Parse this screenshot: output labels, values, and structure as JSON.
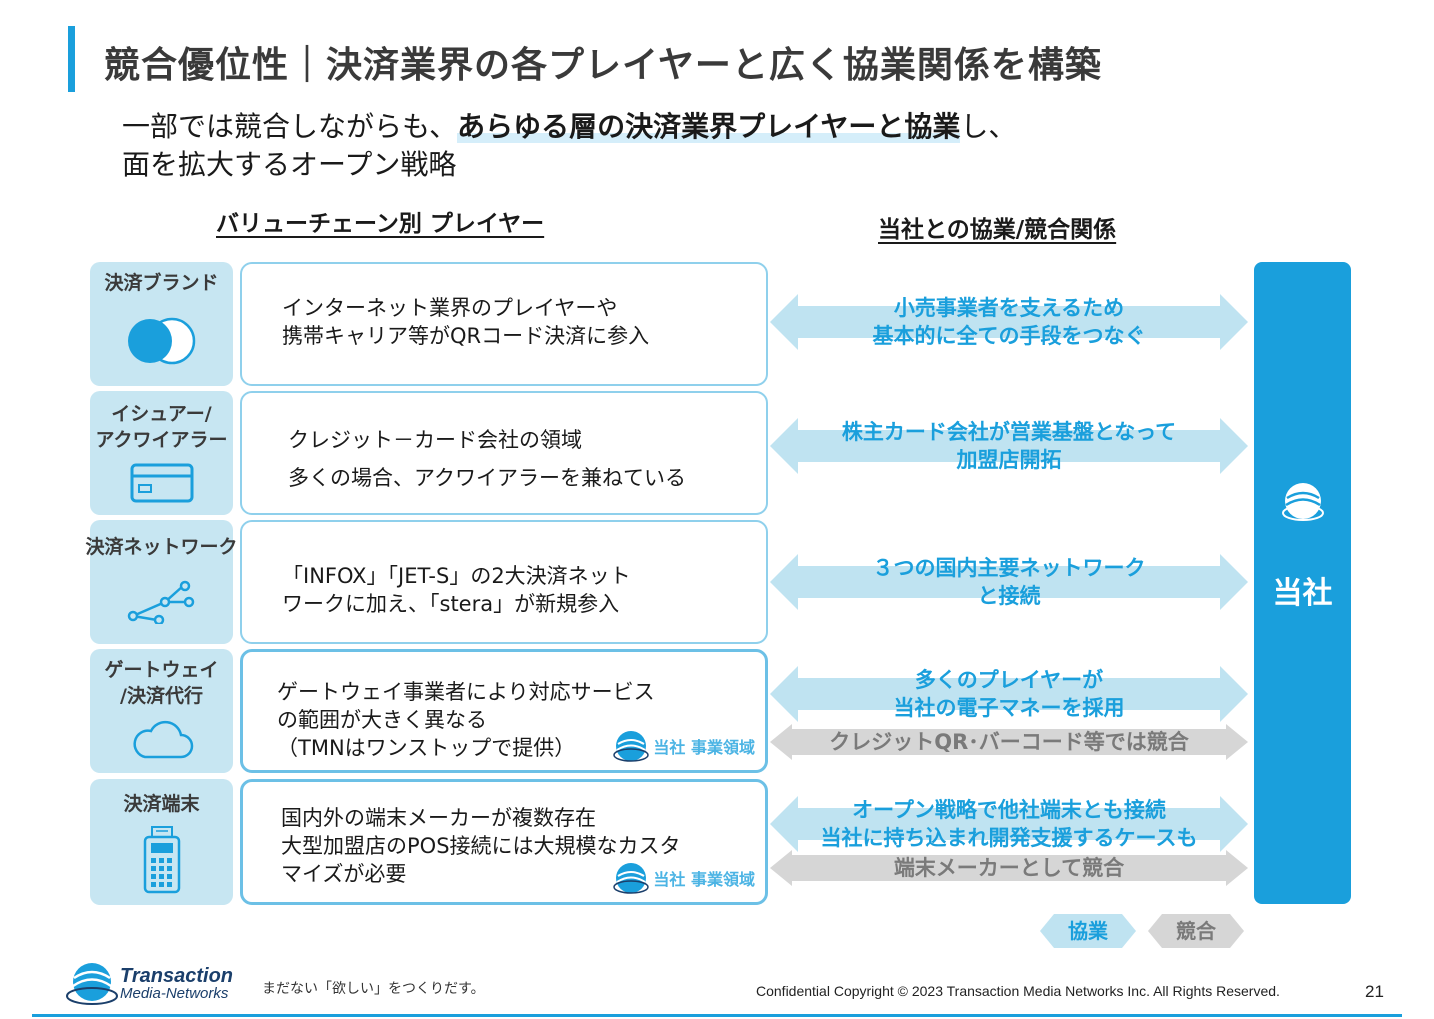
{
  "page": {
    "title": "競合優位性｜決済業界の各プレイヤーと広く協業関係を構築",
    "lead_line1_pre": "一部では競合しながらも、",
    "lead_line1_bold": "あらゆる層の決済業界プレイヤーと協業",
    "lead_line1_post": "し、",
    "lead_line2": "面を拡大するオープン戦略",
    "left_heading": "バリューチェーン別 プレイヤー",
    "right_heading": "当社との協業/競合関係"
  },
  "rows": [
    {
      "category": [
        "決済ブランド"
      ],
      "icon": "brand-circles-icon",
      "desc": [
        "インターネット業界のプレイヤーや",
        "携帯キャリア等がQRコード決済に参入"
      ],
      "badge": "",
      "arrows": [
        {
          "kind": "collab",
          "lines": [
            "小売事業者を支えるため",
            "基本的に全ての手段をつなぐ"
          ]
        }
      ]
    },
    {
      "category": [
        "イシュアー/",
        "アクワイアラー"
      ],
      "icon": "credit-card-icon",
      "desc": [
        "クレジット－カード会社の領域",
        "多くの場合、アクワイアラーを兼ねている"
      ],
      "badge": "",
      "arrows": [
        {
          "kind": "collab",
          "lines": [
            "株主カード会社が営業基盤となって",
            "加盟店開拓"
          ]
        }
      ]
    },
    {
      "category": [
        "決済ネットワーク"
      ],
      "icon": "network-nodes-icon",
      "desc": [
        "「INFOX」「JET-S」の2大決済ネット",
        "ワークに加え、「stera」が新規参入"
      ],
      "badge": "",
      "arrows": [
        {
          "kind": "collab",
          "lines": [
            "３つの国内主要ネットワーク",
            "と接続"
          ]
        }
      ]
    },
    {
      "category": [
        "ゲートウェイ",
        "/決済代行"
      ],
      "icon": "cloud-icon",
      "desc": [
        "ゲートウェイ事業者により対応サービス",
        "の範囲が大きく異なる",
        "（TMNはワンストップで提供）"
      ],
      "badge": "当社 事業領域",
      "arrows": [
        {
          "kind": "collab",
          "lines": [
            "多くのプレイヤーが",
            "当社の電子マネーを採用"
          ]
        },
        {
          "kind": "compete",
          "lines": [
            "クレジットQR･バーコード等では競合"
          ]
        }
      ]
    },
    {
      "category": [
        "決済端末"
      ],
      "icon": "payment-terminal-icon",
      "desc": [
        "国内外の端末メーカーが複数存在",
        "大型加盟店のPOS接続には大規模なカスタ",
        "マイズが必要"
      ],
      "badge": "当社 事業領域",
      "arrows": [
        {
          "kind": "collab",
          "lines": [
            "オープン戦略で他社端末とも接続",
            "当社に持ち込まれ開発支援するケースも"
          ]
        },
        {
          "kind": "compete",
          "lines": [
            "端末メーカーとして競合"
          ]
        }
      ]
    }
  ],
  "company": {
    "label": "当社",
    "icon": "tmn-globe-icon"
  },
  "legend": {
    "collab": "協業",
    "compete": "競合"
  },
  "colors": {
    "accent": "#1a9fdc",
    "light": "#c7e6f2",
    "collab_arrow": "#bfe3f1",
    "compete_arrow": "#d6d6d6"
  },
  "footer": {
    "logo_line1": "Transaction",
    "logo_line2": "Media-Networks",
    "tagline": "まだない「欲しい」をつくりだす。",
    "copyright": "Confidential  Copyright © 2023 Transaction Media Networks Inc. All Rights Reserved.",
    "page_number": "21"
  }
}
